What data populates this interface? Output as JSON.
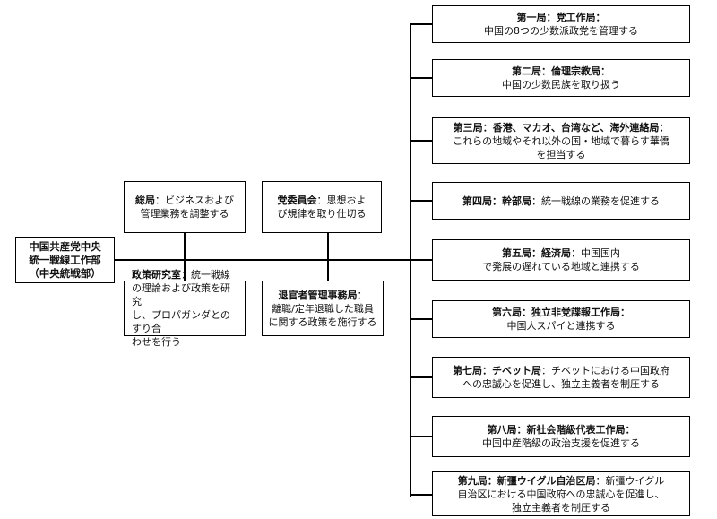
{
  "root": {
    "lines": [
      "中国共産党中央",
      "統一戦線工作部",
      "（中央統戦部）"
    ]
  },
  "upper_left": {
    "title": "総局",
    "sep": "：",
    "desc1": "ビジネスおよび",
    "desc2": "管理業務を調整する"
  },
  "upper_right": {
    "title": "党委員会",
    "sep": "：",
    "desc1": "思想およ",
    "desc2": "び規律を取り仕切る"
  },
  "lower_left": {
    "title": "政策研究室",
    "sep": "：",
    "desc1": "統一戦線",
    "desc2": "の理論および政策を研究",
    "desc3": "し、プロパガンダとのすり合",
    "desc4": "わせを行う"
  },
  "lower_right": {
    "title": "退官者管理事務局",
    "sep": "：",
    "desc1": "離職/定年退職した職員",
    "desc2": "に関する政策を施行する"
  },
  "bureaus": [
    {
      "title": "第一局：党工作局：",
      "line1": "中国の8つの少数派政党を管理する"
    },
    {
      "title": "第二局：倫理宗教局：",
      "line1": "中国の少数民族を取り扱う"
    },
    {
      "title": "第三局：香港、マカオ、台湾など、海外連絡局：",
      "line1": "これらの地域やそれ以外の国・地域で暮らす華僑",
      "line2": "を担当する"
    },
    {
      "title": "第四局：幹部局",
      "inline": "：統一戦線の業務を促進する"
    },
    {
      "title": "第五局：経済局",
      "inline": "：中国国内",
      "line1": "で発展の遅れている地域と連携する"
    },
    {
      "title": "第六局：独立非党諜報工作局：",
      "line1": "中国人スパイと連携する"
    },
    {
      "title": "第七局：チベット局",
      "inline": "：チベットにおける中国政府",
      "line1": "への忠誠心を促進し、独立主義者を制圧する"
    },
    {
      "title": "第八局：新社会階級代表工作局：",
      "line1": "中国中産階級の政治支援を促進する"
    },
    {
      "title": "第九局：新彊ウイグル自治区局",
      "inline": "：新彊ウイグル",
      "line1": "自治区における中国政府への忠誠心を促進し、",
      "line2": "独立主義者を制圧する"
    }
  ]
}
